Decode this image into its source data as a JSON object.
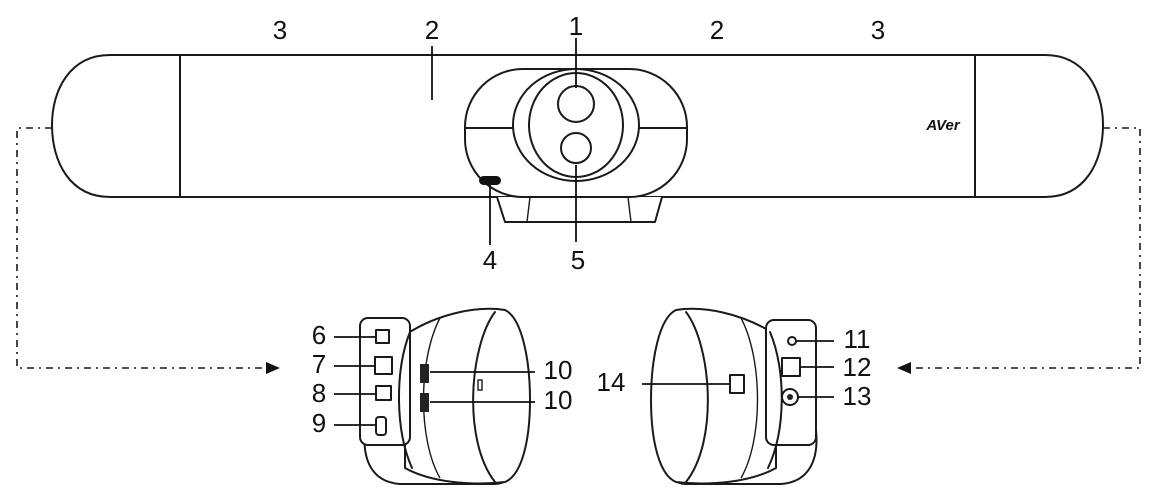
{
  "diagram": {
    "brand_mark": "AVer",
    "callouts": {
      "c1": "1",
      "c2a": "2",
      "c2b": "2",
      "c3a": "3",
      "c3b": "3",
      "c4": "4",
      "c5": "5",
      "c6": "6",
      "c7": "7",
      "c8": "8",
      "c9": "9",
      "c10a": "10",
      "c10b": "10",
      "c11": "11",
      "c12": "12",
      "c13": "13",
      "c14": "14"
    }
  }
}
